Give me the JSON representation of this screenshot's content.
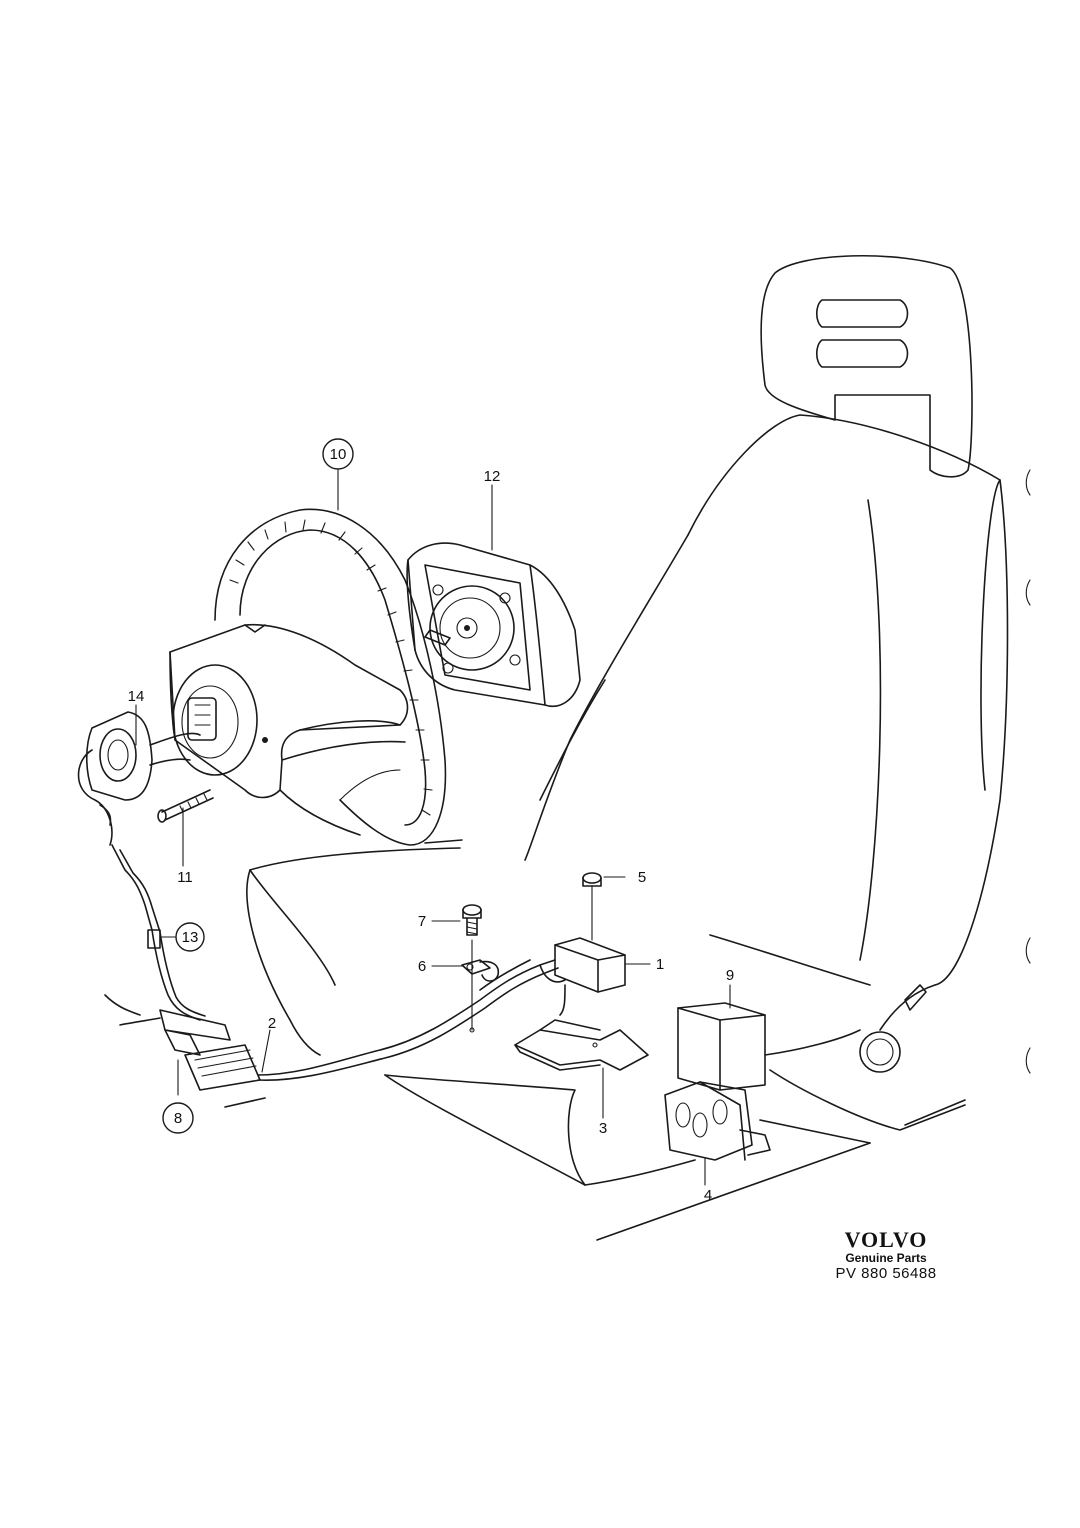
{
  "callouts": {
    "c1": "1",
    "c2": "2",
    "c3": "3",
    "c4": "4",
    "c5": "5",
    "c6": "6",
    "c7": "7",
    "c8": "8",
    "c9": "9",
    "c10": "10",
    "c11": "11",
    "c12": "12",
    "c13": "13",
    "c14": "14"
  },
  "brand": {
    "logo": "VOLVO",
    "tagline": "Genuine Parts",
    "code": "PV 880 56488"
  }
}
